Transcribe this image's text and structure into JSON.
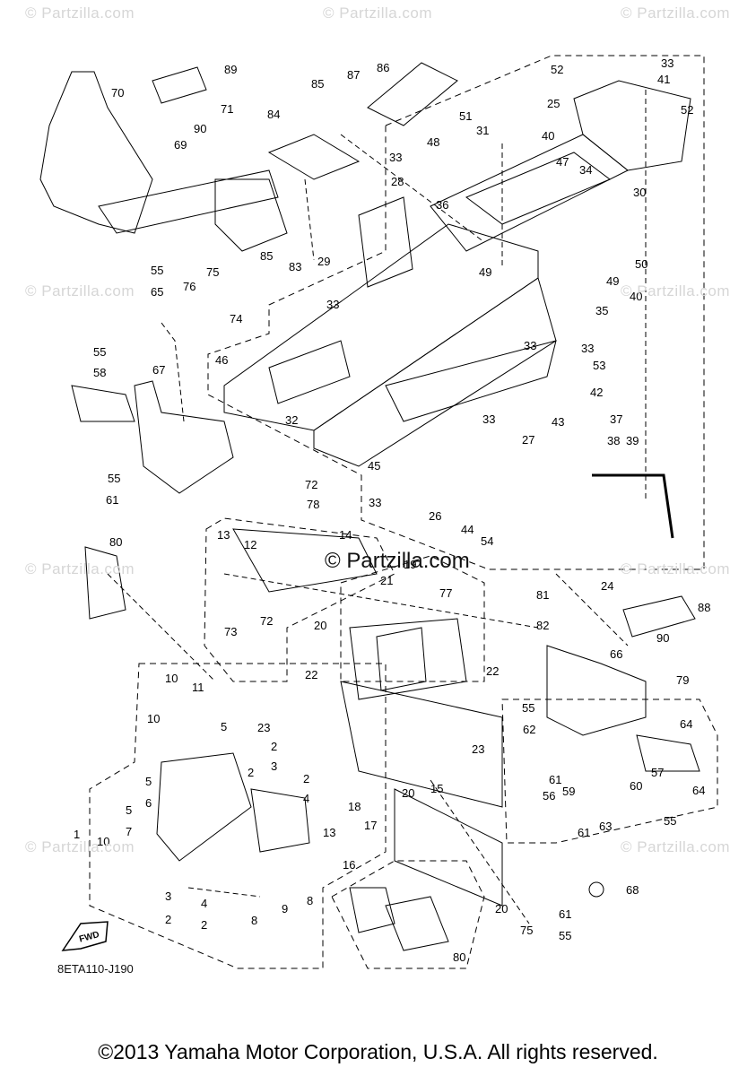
{
  "watermark": "© Partzilla.com",
  "brand": "© Partzilla.com",
  "diagram_code": "8ETA110-J190",
  "fwd_label": "FWD",
  "copyright": "©2013 Yamaha Motor Corporation, U.S.A. All rights reserved.",
  "labels": {
    "l70": "70",
    "l89": "89",
    "l90a": "90",
    "l71": "71",
    "l69": "69",
    "l84": "84",
    "l85a": "85",
    "l87": "87",
    "l86": "86",
    "l52a": "52",
    "l33a": "33",
    "l41": "41",
    "l52b": "52",
    "l51": "51",
    "l25": "25",
    "l31": "31",
    "l40a": "40",
    "l48": "48",
    "l47": "47",
    "l33b": "33",
    "l36": "36",
    "l28": "28",
    "l34": "34",
    "l30": "30",
    "l76": "76",
    "l75a": "75",
    "l85b": "85",
    "l83": "83",
    "l29": "29",
    "l33c": "33",
    "l49a": "49",
    "l50": "50",
    "l49b": "49",
    "l40b": "40",
    "l55a": "55",
    "l65": "65",
    "l74": "74",
    "l35": "35",
    "l33d": "33",
    "l55b": "55",
    "l58": "58",
    "l67": "67",
    "l46": "46",
    "l33e": "33",
    "l53": "53",
    "l32": "32",
    "l42": "42",
    "l43": "43",
    "l33f": "33",
    "l27": "27",
    "l37": "37",
    "l38": "38",
    "l39": "39",
    "l55c": "55",
    "l61a": "61",
    "l45": "45",
    "l72a": "72",
    "l78": "78",
    "l33g": "33",
    "l26": "26",
    "l44": "44",
    "l54": "54",
    "l80a": "80",
    "l13a": "13",
    "l12": "12",
    "l14": "14",
    "l19": "19",
    "l24": "24",
    "l21": "21",
    "l77": "77",
    "l81": "81",
    "l82": "82",
    "l88": "88",
    "l90b": "90",
    "l73": "73",
    "l72b": "72",
    "l20a": "20",
    "l66": "66",
    "l10a": "10",
    "l11": "11",
    "l22a": "22",
    "l22b": "22",
    "l79": "79",
    "l55d": "55",
    "l62": "62",
    "l23a": "23",
    "l5a": "5",
    "l10b": "10",
    "l2a": "2",
    "l3a": "3",
    "l64a": "64",
    "l23b": "23",
    "l2b": "2",
    "l4a": "4",
    "l57": "57",
    "l2c": "2",
    "l5b": "5",
    "l6": "6",
    "l61b": "61",
    "l60": "60",
    "l64b": "64",
    "l5c": "5",
    "l7": "7",
    "l56": "56",
    "l59": "59",
    "l1": "1",
    "l10c": "10",
    "l18": "18",
    "l20b": "20",
    "l15": "15",
    "l55e": "55",
    "l63": "63",
    "l61c": "61",
    "l17": "17",
    "l13b": "13",
    "l16": "16",
    "l3b": "3",
    "l2d": "2",
    "l4b": "4",
    "l2e": "2",
    "l8a": "8",
    "l9": "9",
    "l8b": "8",
    "l68": "68",
    "l61d": "61",
    "l55f": "55",
    "l20c": "20",
    "l75b": "75",
    "l80b": "80"
  }
}
